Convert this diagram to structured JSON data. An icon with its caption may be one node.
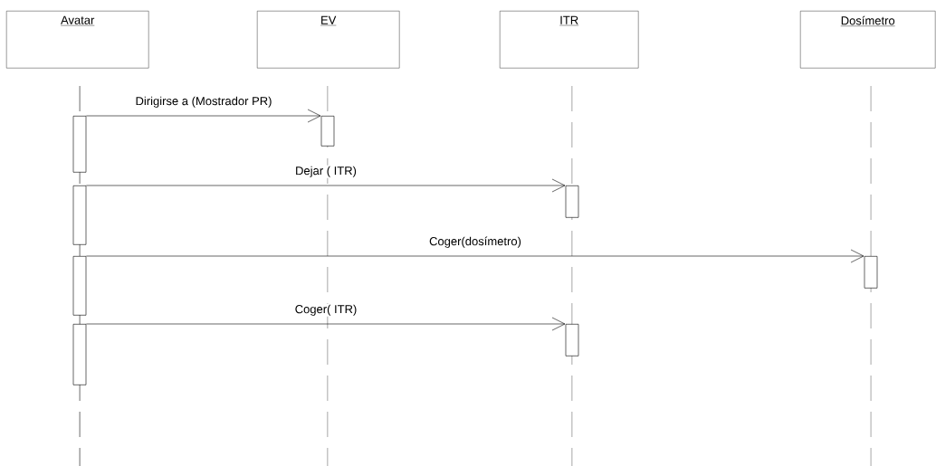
{
  "diagram": {
    "nodes": [
      {
        "text": [
          "Avatar"
        ]
      },
      {
        "text": [
          "EV"
        ]
      },
      {
        "text": [
          "ITR"
        ]
      },
      {
        "text": [
          "Dosímetro"
        ]
      },
      {
        "text": [],
        "shape": "bar"
      },
      {
        "text": [],
        "shape": "bar"
      },
      {
        "text": [],
        "shape": "bar"
      },
      {
        "text": [],
        "shape": "bar"
      },
      {
        "text": [],
        "shape": "bar"
      },
      {
        "text": [],
        "shape": "bar"
      },
      {
        "text": [],
        "shape": "bar"
      },
      {
        "text": [],
        "shape": "bar"
      }
    ],
    "edges": [
      {
        "from": 4,
        "to": 5,
        "arrow": "to",
        "label": "Dirigirse a (Mostrador PR)"
      },
      {
        "from": 6,
        "to": 7,
        "arrow": "to",
        "label": "Dejar ( ITR)"
      },
      {
        "from": 8,
        "to": 9,
        "arrow": "to",
        "label": "Coger(dosímetro)"
      },
      {
        "from": 10,
        "to": 11,
        "arrow": "to",
        "label": "Coger( ITR)"
      }
    ]
  }
}
